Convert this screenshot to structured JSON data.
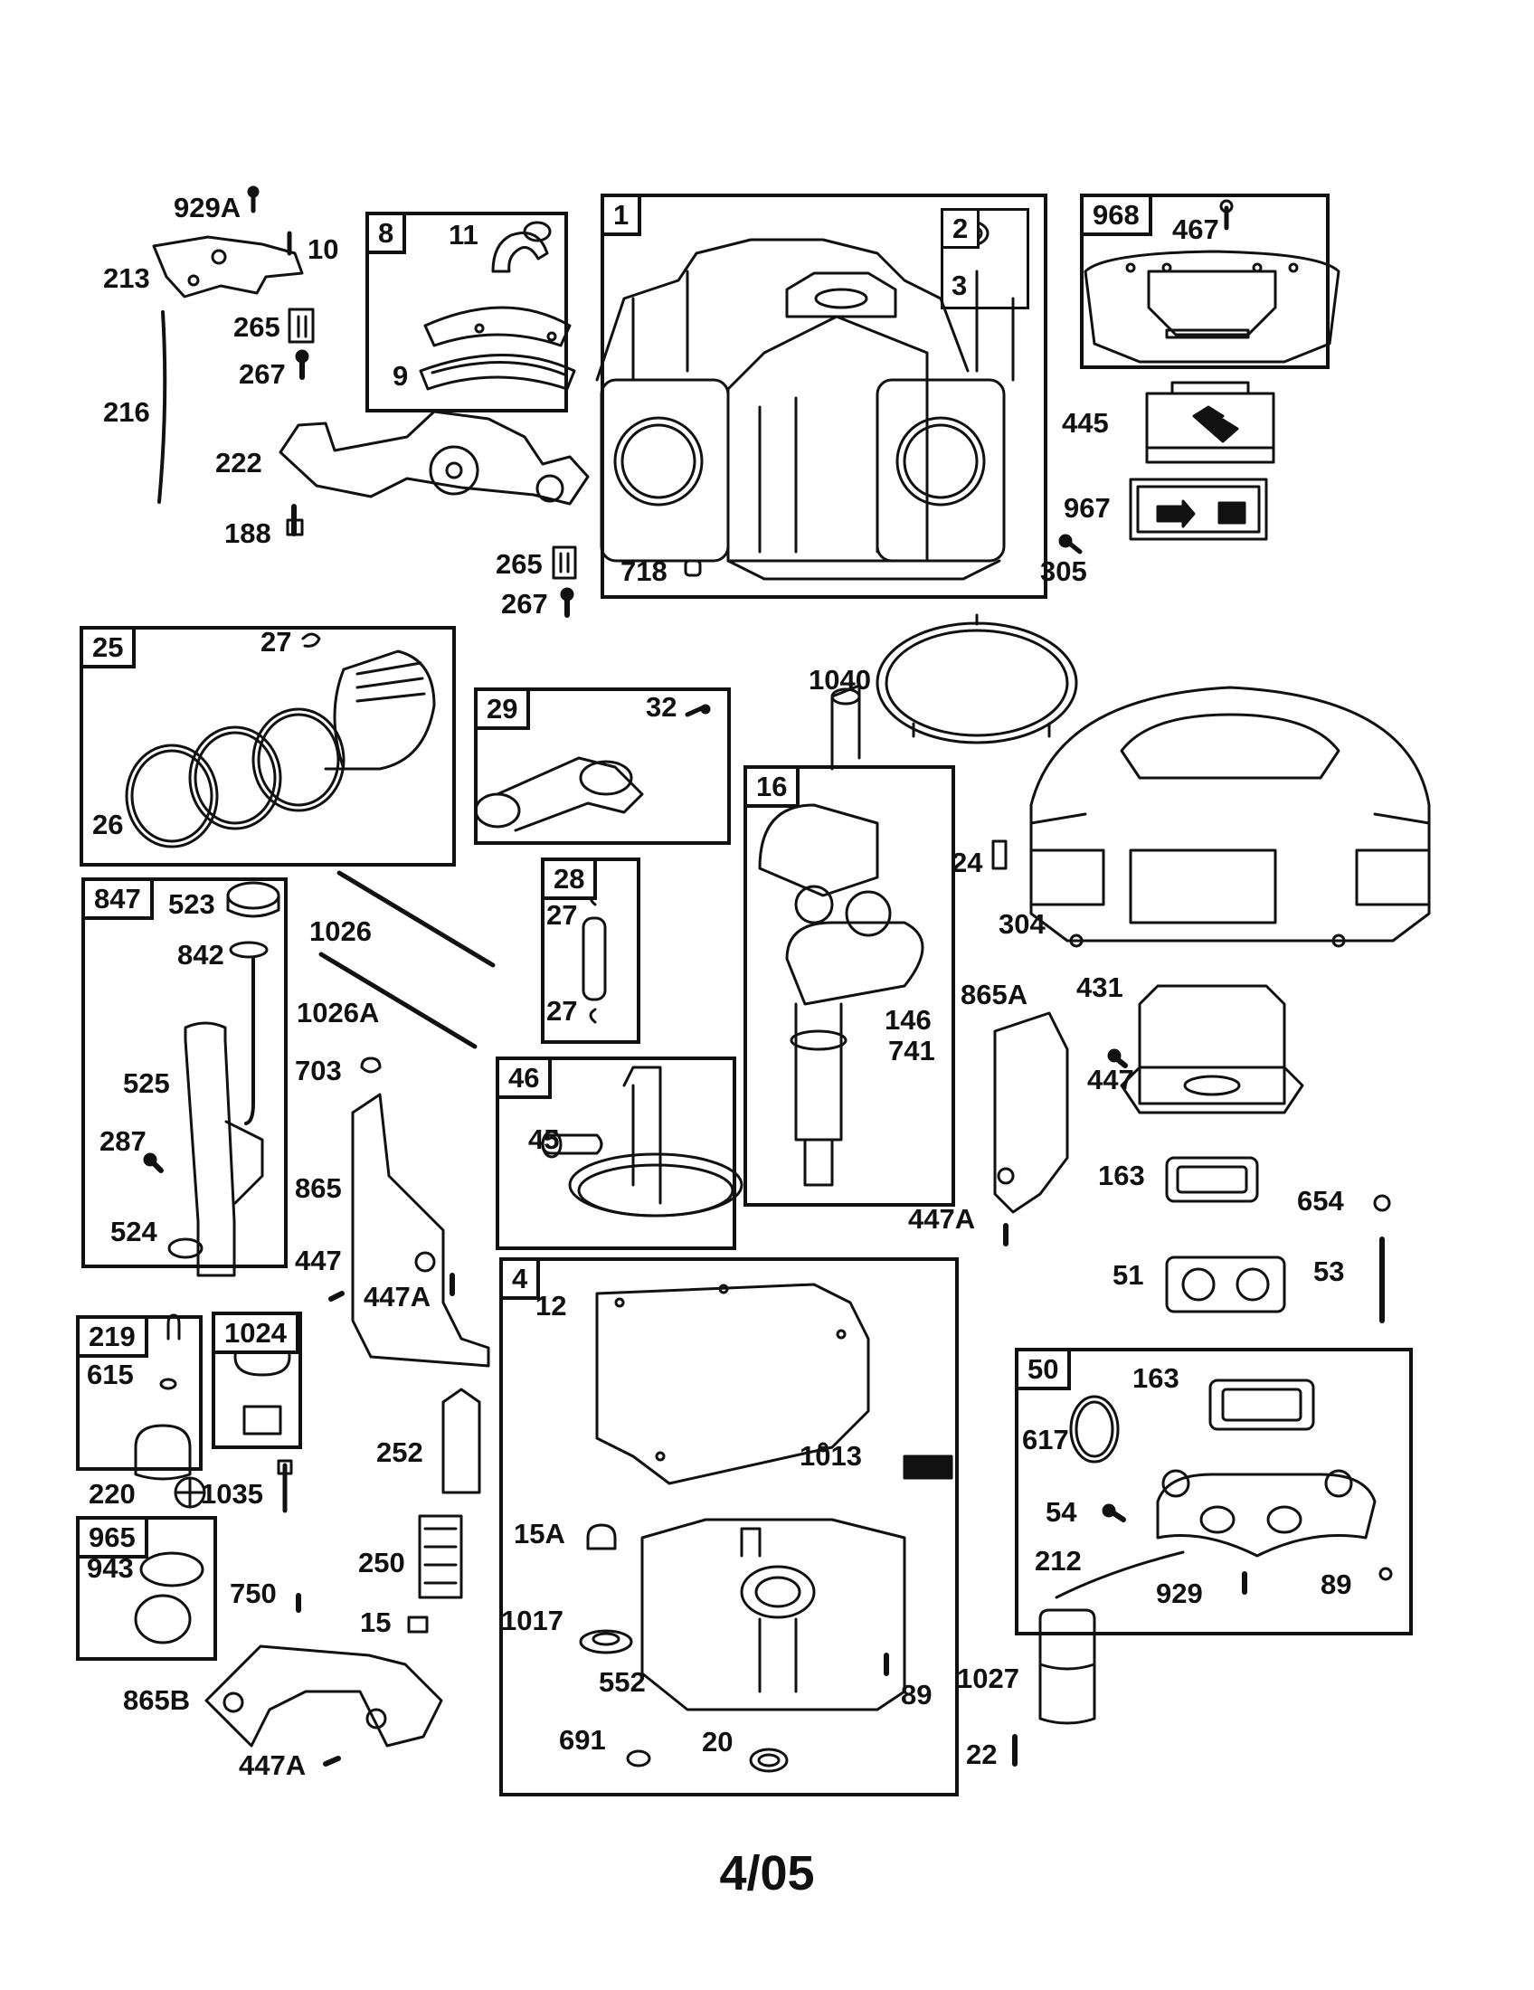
{
  "footer": "4/05",
  "boxes": [
    {
      "id": "1",
      "parts": [
        "2",
        "3",
        "718"
      ]
    },
    {
      "id": "8",
      "parts": [
        "11",
        "9"
      ]
    },
    {
      "id": "968",
      "parts": [
        "467"
      ]
    },
    {
      "id": "25",
      "parts": [
        "27",
        "26"
      ]
    },
    {
      "id": "29",
      "parts": [
        "32"
      ]
    },
    {
      "id": "16",
      "parts": [
        "146",
        "741"
      ]
    },
    {
      "id": "28",
      "parts": [
        "27",
        "27"
      ]
    },
    {
      "id": "847",
      "parts": [
        "523",
        "842",
        "525",
        "287",
        "524"
      ]
    },
    {
      "id": "46",
      "parts": [
        "45"
      ]
    },
    {
      "id": "4",
      "parts": [
        "12",
        "1013",
        "15A",
        "1017",
        "552",
        "89",
        "691",
        "20"
      ]
    },
    {
      "id": "219",
      "parts": [
        "615"
      ]
    },
    {
      "id": "1024",
      "parts": []
    },
    {
      "id": "965",
      "parts": [
        "943"
      ]
    },
    {
      "id": "50",
      "parts": [
        "163",
        "617",
        "54",
        "212",
        "929",
        "89"
      ]
    }
  ],
  "labels": {
    "l929A": "929A",
    "l10": "10",
    "l213": "213",
    "l265a": "265",
    "l267a": "267",
    "l216": "216",
    "l222": "222",
    "l188": "188",
    "l265b": "265",
    "l267b": "267",
    "l8": "8",
    "l11": "11",
    "l9": "9",
    "l1": "1",
    "l2": "2",
    "l3": "3",
    "l718": "718",
    "l968": "968",
    "l467": "467",
    "l445": "445",
    "l967": "967",
    "l305": "305",
    "l25": "25",
    "l27a": "27",
    "l26": "26",
    "l29": "29",
    "l32": "32",
    "l1040": "1040",
    "l304": "304",
    "l16": "16",
    "l24": "24",
    "l146": "146",
    "l741": "741",
    "l28": "28",
    "l27b": "27",
    "l27c": "27",
    "l1026": "1026",
    "l1026A": "1026A",
    "l847": "847",
    "l523": "523",
    "l842": "842",
    "l525": "525",
    "l287": "287",
    "l524": "524",
    "l703": "703",
    "l865": "865",
    "l447a": "447",
    "l447Aa": "447A",
    "l46": "46",
    "l45": "45",
    "l865A": "865A",
    "l431": "431",
    "l447b": "447",
    "l447Ab": "447A",
    "l163a": "163",
    "l654": "654",
    "l51": "51",
    "l53": "53",
    "l4": "4",
    "l12": "12",
    "l1013": "1013",
    "l15A": "15A",
    "l1017": "1017",
    "l552": "552",
    "l89a": "89",
    "l691": "691",
    "l20": "20",
    "l219": "219",
    "l615": "615",
    "l1024": "1024",
    "l220": "220",
    "l1035": "1035",
    "l252": "252",
    "l250": "250",
    "l15": "15",
    "l750": "750",
    "l965": "965",
    "l943": "943",
    "l865B": "865B",
    "l447Ac": "447A",
    "l50": "50",
    "l163b": "163",
    "l617": "617",
    "l54": "54",
    "l212": "212",
    "l929": "929",
    "l89b": "89",
    "l1027": "1027",
    "l22": "22"
  }
}
